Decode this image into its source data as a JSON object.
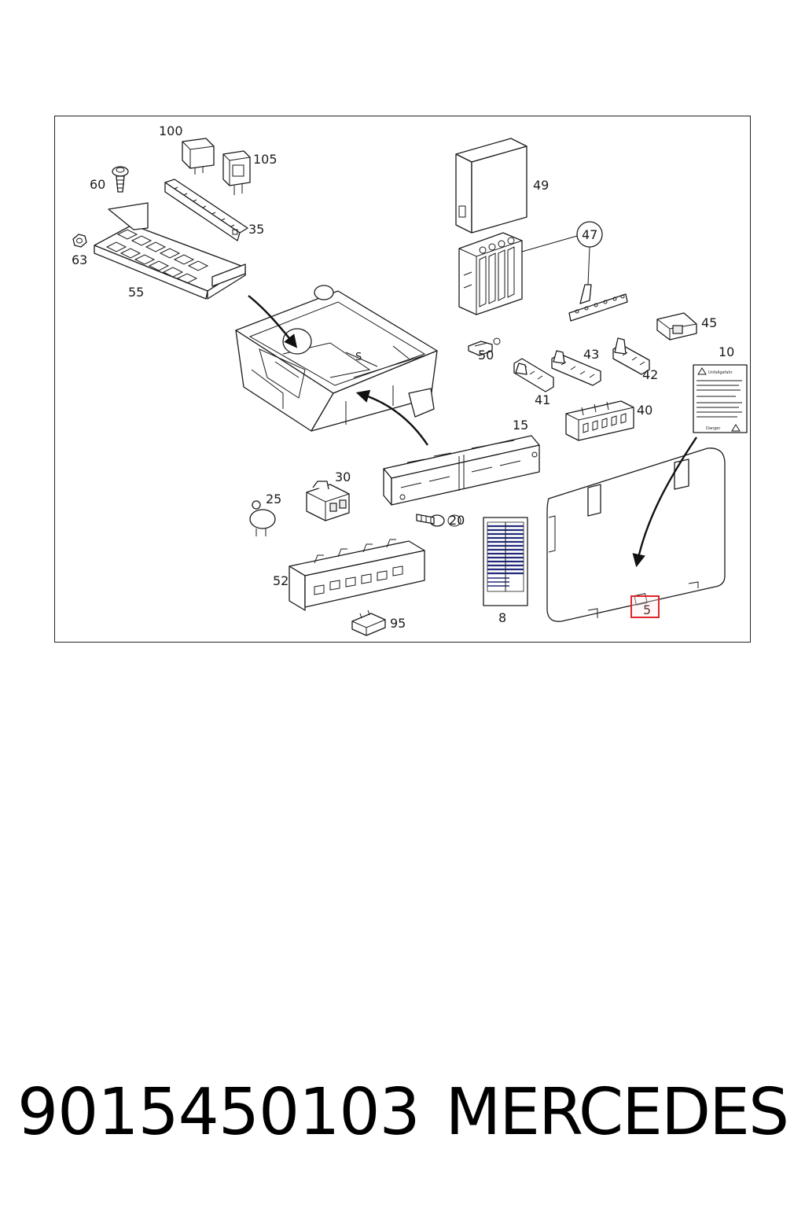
{
  "diagram": {
    "callouts": {
      "c100": "100",
      "c105": "105",
      "c60": "60",
      "c35": "35",
      "c63": "63",
      "c55": "55",
      "c49": "49",
      "c47": "47",
      "c45": "45",
      "c10": "10",
      "c50": "50",
      "c43": "43",
      "c42": "42",
      "c41": "41",
      "c40": "40",
      "c15": "15",
      "c30": "30",
      "c25": "25",
      "c20": "20",
      "c52": "52",
      "c95": "95",
      "c8": "8",
      "c5": "5"
    },
    "highlighted_part": "5",
    "highlight_color": "#e0262b",
    "warning_label": {
      "title_de": "Unfallgefahr",
      "title_en": "Danger"
    }
  },
  "footer": {
    "part_number": "9015450103",
    "brand": "MERCEDES"
  }
}
